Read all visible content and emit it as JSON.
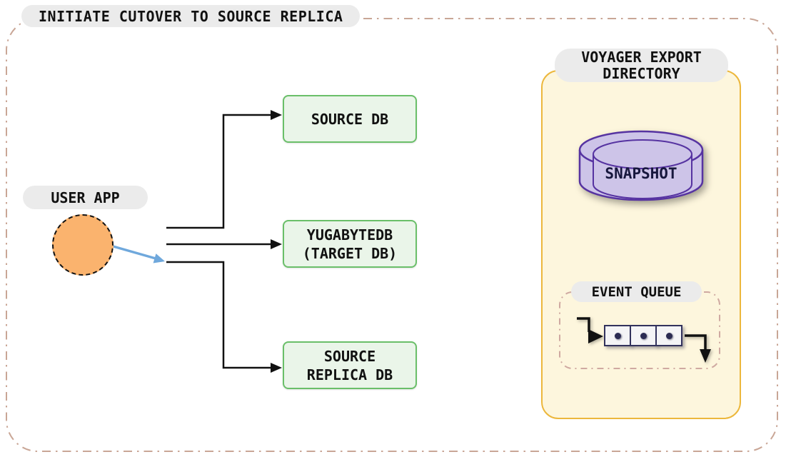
{
  "title": "INITIATE CUTOVER TO SOURCE REPLICA",
  "user_app": {
    "label": "USER APP"
  },
  "databases": [
    {
      "id": "source-db",
      "label": "SOURCE DB"
    },
    {
      "id": "target-db",
      "label": "YUGABYTEDB\n(TARGET DB)"
    },
    {
      "id": "source-replica-db",
      "label": "SOURCE\nREPLICA DB"
    }
  ],
  "voyager_panel": {
    "label": "VOYAGER EXPORT\nDIRECTORY",
    "snapshot": {
      "label": "SNAPSHOT"
    },
    "event_queue": {
      "label": "EVENT QUEUE",
      "item_count": 3
    }
  },
  "colors": {
    "outer_border": "#c9a696",
    "pill_bg": "#ebebeb",
    "db_box_bg": "#eaf5e9",
    "db_box_border": "#6abf69",
    "user_app_circle": "#fab36e",
    "cutover_arrow_blue": "#6fa8dc",
    "connector_black": "#111111",
    "panel_bg": "#fdf6dd",
    "panel_border": "#ecb73c",
    "snapshot_fill": "#cdc4e8",
    "snapshot_stroke": "#5633a1",
    "event_queue_dash_border": "#cfa9a1",
    "queue_cell_bg": "#f4f4f6",
    "queue_cell_border": "#32325c"
  }
}
